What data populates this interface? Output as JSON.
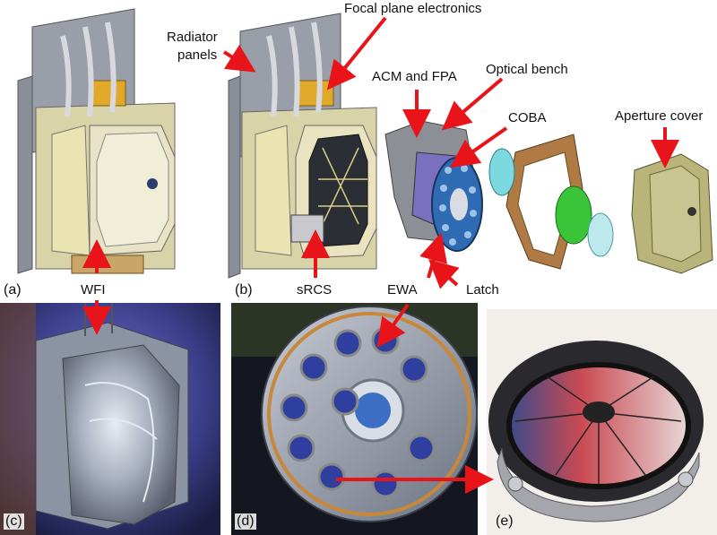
{
  "colors": {
    "arrow": "#e8141a",
    "label_text": "#111111"
  },
  "labels": {
    "radiator_panels_1": "Radiator",
    "radiator_panels_2": "panels",
    "focal_plane_electronics": "Focal plane electronics",
    "acm_fpa": "ACM and FPA",
    "optical_bench": "Optical bench",
    "coba": "COBA",
    "aperture_cover": "Aperture cover",
    "wfi": "WFI",
    "srcs": "sRCS",
    "ewa": "EWA",
    "latch": "Latch"
  },
  "panels": {
    "a": "(a)",
    "b": "(b)",
    "c": "(c)",
    "d": "(d)",
    "e": "(e)"
  }
}
